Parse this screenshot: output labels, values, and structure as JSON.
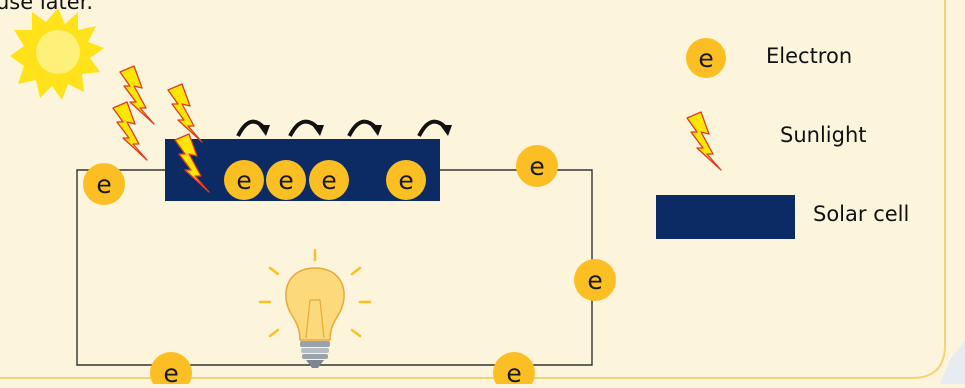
{
  "caption": "use later.",
  "electron_symbol": "e",
  "legend": {
    "electron": "Electron",
    "sunlight": "Sunlight",
    "solar_cell": "Solar cell"
  },
  "colors": {
    "background": "#fdf4dc",
    "panel_border": "#f3d37a",
    "electron": "#fbbf24",
    "solar_cell": "#0c2a63",
    "wire": "#333333",
    "sun": "#ffe21a",
    "lightning": "#ffe600",
    "lightning_outline": "#e23b20",
    "bulb": "#fcd97a"
  },
  "icons": [
    "sun-icon",
    "lightning-icon",
    "bulb-icon",
    "arrow-icon"
  ]
}
